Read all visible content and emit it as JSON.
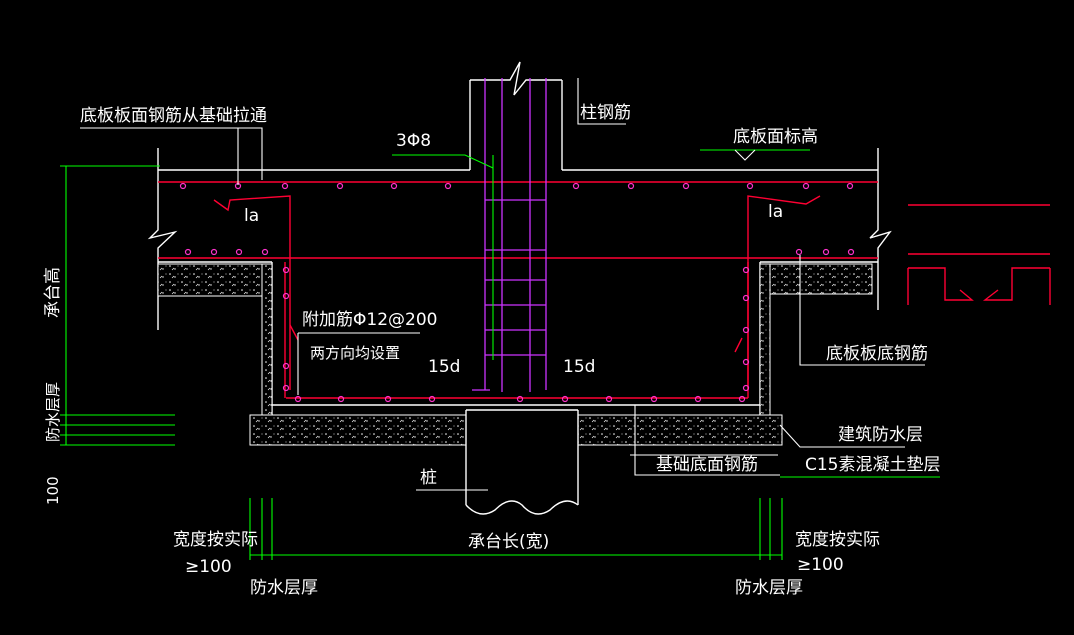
{
  "labels": {
    "bottom_slab_top_rebar_through": "底板板面钢筋从基础拉通",
    "column_rebar": "柱钢筋",
    "stirrup_3phi8": "3Φ8",
    "slab_top_elevation": "底板面标高",
    "la_left": "la",
    "la_right": "la",
    "additional_rebar": "附加筋Φ12@200",
    "both_directions": "两方向均设置",
    "anchor_15d_left": "15d",
    "anchor_15d_right": "15d",
    "slab_bottom_rebar": "底板板底钢筋",
    "waterproof_layer": "建筑防水层",
    "c15_cushion": "C15素混凝土垫层",
    "foundation_bottom_rebar": "基础底面钢筋",
    "pile": "桩",
    "cap_height": "承台高",
    "waterproof_thickness_vertical": "防水层厚",
    "dim_100": "100",
    "width_actual_left": "宽度按实际",
    "min_100_left": "≥100",
    "width_actual_right": "宽度按实际",
    "min_100_right": "≥100",
    "cap_length_width": "承台长(宽)",
    "waterproof_thickness_left": "防水层厚",
    "waterproof_thickness_right": "防水层厚"
  },
  "colors": {
    "background": "#000000",
    "structure_lines": "#ffffff",
    "rebar": "#ff0033",
    "column_rebar": "#cc33ff",
    "dimension_lines": "#00ff00",
    "hatch": "#ffffff"
  }
}
